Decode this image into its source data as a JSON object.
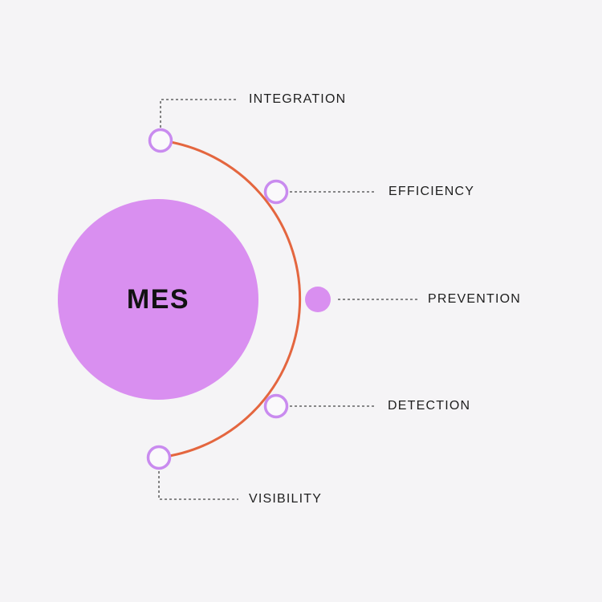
{
  "diagram": {
    "title": "MES",
    "type": "radial-feature-diagram",
    "colors": {
      "background": "#f5f4f6",
      "center_fill": "#d98ff0",
      "node_stroke": "#c98bef",
      "node_open_fill": "#faf9fb",
      "node_filled_fill": "#d98ff0",
      "arc_stroke": "#e4663f",
      "connector": "#454545",
      "label_text": "#1e1e1e",
      "title_text": "#121212"
    },
    "nodes": [
      {
        "label": "INTEGRATION",
        "style": "open"
      },
      {
        "label": "EFFICIENCY",
        "style": "open"
      },
      {
        "label": "PREVENTION",
        "style": "filled"
      },
      {
        "label": "DETECTION",
        "style": "open"
      },
      {
        "label": "VISIBILITY",
        "style": "open"
      }
    ]
  }
}
